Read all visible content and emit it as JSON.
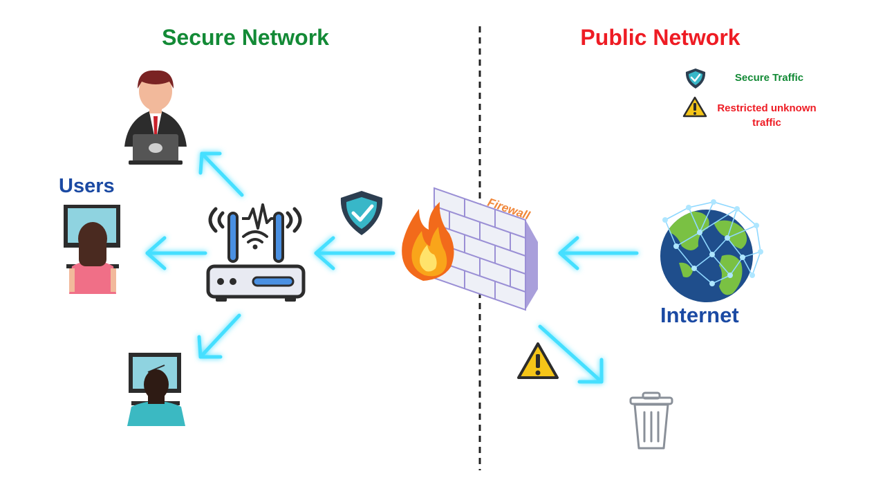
{
  "diagram": {
    "secure_title": "Secure Network",
    "public_title": "Public Network",
    "users_label": "Users",
    "internet_label": "Internet",
    "firewall_label": "Firewall"
  },
  "legend": {
    "secure_label": "Secure Traffic",
    "restricted_label": "Restricted unknown traffic"
  },
  "icons": [
    "person-laptop-icon",
    "person-desktop-icon",
    "person-computer-icon",
    "router-icon",
    "shield-check-icon",
    "firewall-icon",
    "fire-icon",
    "globe-network-icon",
    "warning-icon",
    "trash-icon"
  ],
  "colors": {
    "secure": "#138a36",
    "public": "#ee1c24",
    "users": "#1b4aa3",
    "internet": "#1b4aa3",
    "firewall_label": "#f0873a",
    "arrow": "#4fe3ff",
    "legend_restricted": "#ee1c24",
    "legend_secure": "#138a36"
  }
}
